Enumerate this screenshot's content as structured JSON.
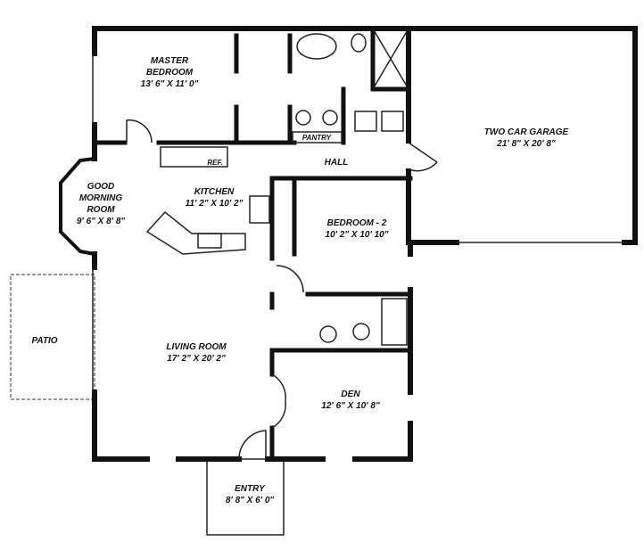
{
  "rooms": {
    "master_bedroom": {
      "name_line1": "MASTER",
      "name_line2": "BEDROOM",
      "size": "13' 6\" X 11' 0\""
    },
    "good_morning_room": {
      "name_line1": "GOOD",
      "name_line2": "MORNING",
      "name_line3": "ROOM",
      "size": "9' 6\" X 8' 8\""
    },
    "kitchen": {
      "name": "KITCHEN",
      "size": "11' 2\" X 10' 2\""
    },
    "refrigerator": {
      "name": "REF."
    },
    "pantry": {
      "name": "PANTRY"
    },
    "hall": {
      "name": "HALL"
    },
    "garage": {
      "name": "TWO CAR GARAGE",
      "size": "21' 8\" X 20' 8\""
    },
    "bedroom_2": {
      "name": "BEDROOM - 2",
      "size": "10' 2\" X 10' 10\""
    },
    "patio": {
      "name": "PATIO"
    },
    "living_room": {
      "name": "LIVING ROOM",
      "size": "17' 2\" X 20' 2\""
    },
    "den": {
      "name": "DEN",
      "size": "12' 6\" X 10' 8\""
    },
    "entry": {
      "name": "ENTRY",
      "size": "8' 8\" X 6' 0\""
    }
  }
}
